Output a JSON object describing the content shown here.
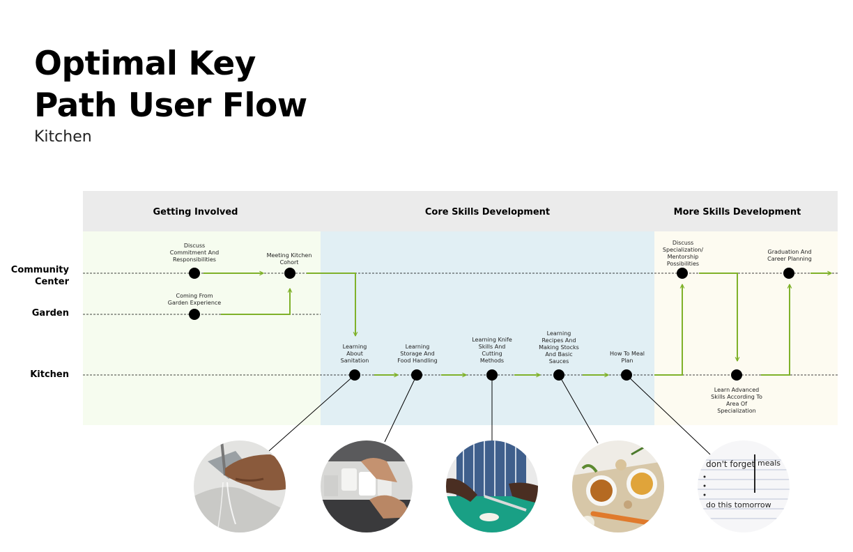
{
  "header": {
    "title_line1": "Optimal Key",
    "title_line2": "Path User Flow",
    "subtitle": "Kitchen"
  },
  "phases": [
    "Getting Involved",
    "Core Skills Development",
    "More Skills Development"
  ],
  "lanes": {
    "community_line1": "Community",
    "community_line2": "Center",
    "garden": "Garden",
    "kitchen": "Kitchen"
  },
  "steps": {
    "discuss_commitment": "Discuss Commitment And Responsibilities",
    "meeting_cohort": "Meeting Kitchen Cohort",
    "coming_from_garden": "Coming From Garden Experience",
    "sanitation": "Learning About Sanitation",
    "storage": "Learning Storage And Food Handling",
    "knife": "Learning Knife Skills And Cutting Methods",
    "recipes": "Learning Recipes And Making Stocks And Basic Sauces",
    "meal_plan": "How To Meal Plan",
    "specialization": "Discuss Specialization/ Mentorship Possibilities",
    "advanced": "Learn Advanced Skills According To Area Of Specialization",
    "graduation": "Graduation And Career Planning"
  },
  "photos": [
    "hand-washing-photo",
    "food-storage-photo",
    "knife-cutting-photo",
    "stocks-and-sauces-photo",
    "meal-plan-notes-photo"
  ],
  "photo_note_text": {
    "line1": "don't forget",
    "line1b": "meals",
    "line2": "do this tomorrow"
  },
  "colors": {
    "arrow": "#7fb12a",
    "node": "#000000",
    "phase1_bg": "#f6fcef",
    "phase2_bg": "#e1eff4",
    "phase3_bg": "#fdfbf1",
    "header_bg": "#ebebeb"
  }
}
